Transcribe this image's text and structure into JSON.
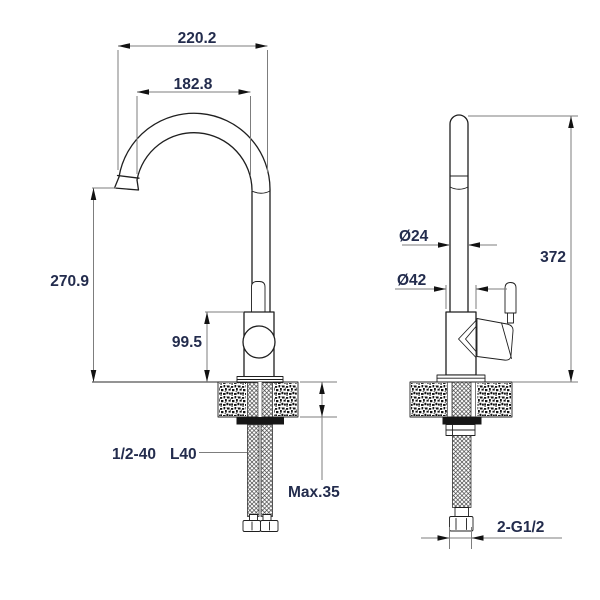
{
  "drawing": {
    "front_view": {
      "overall_width": "220.2",
      "spout_reach": "182.8",
      "spout_height": "270.9",
      "body_height": "99.5",
      "shank_thread": "1/2-40",
      "shank_length": "L40",
      "max_thickness": "Max.35"
    },
    "side_view": {
      "spout_diameter": "Ø24",
      "base_diameter": "Ø42",
      "overall_height": "372",
      "hose_thread": "2-G1/2"
    },
    "colors": {
      "label_text": "#232c4d",
      "outline": "#1f1f1f",
      "dim_line": "#7d7d7d",
      "background": "#ffffff"
    }
  }
}
